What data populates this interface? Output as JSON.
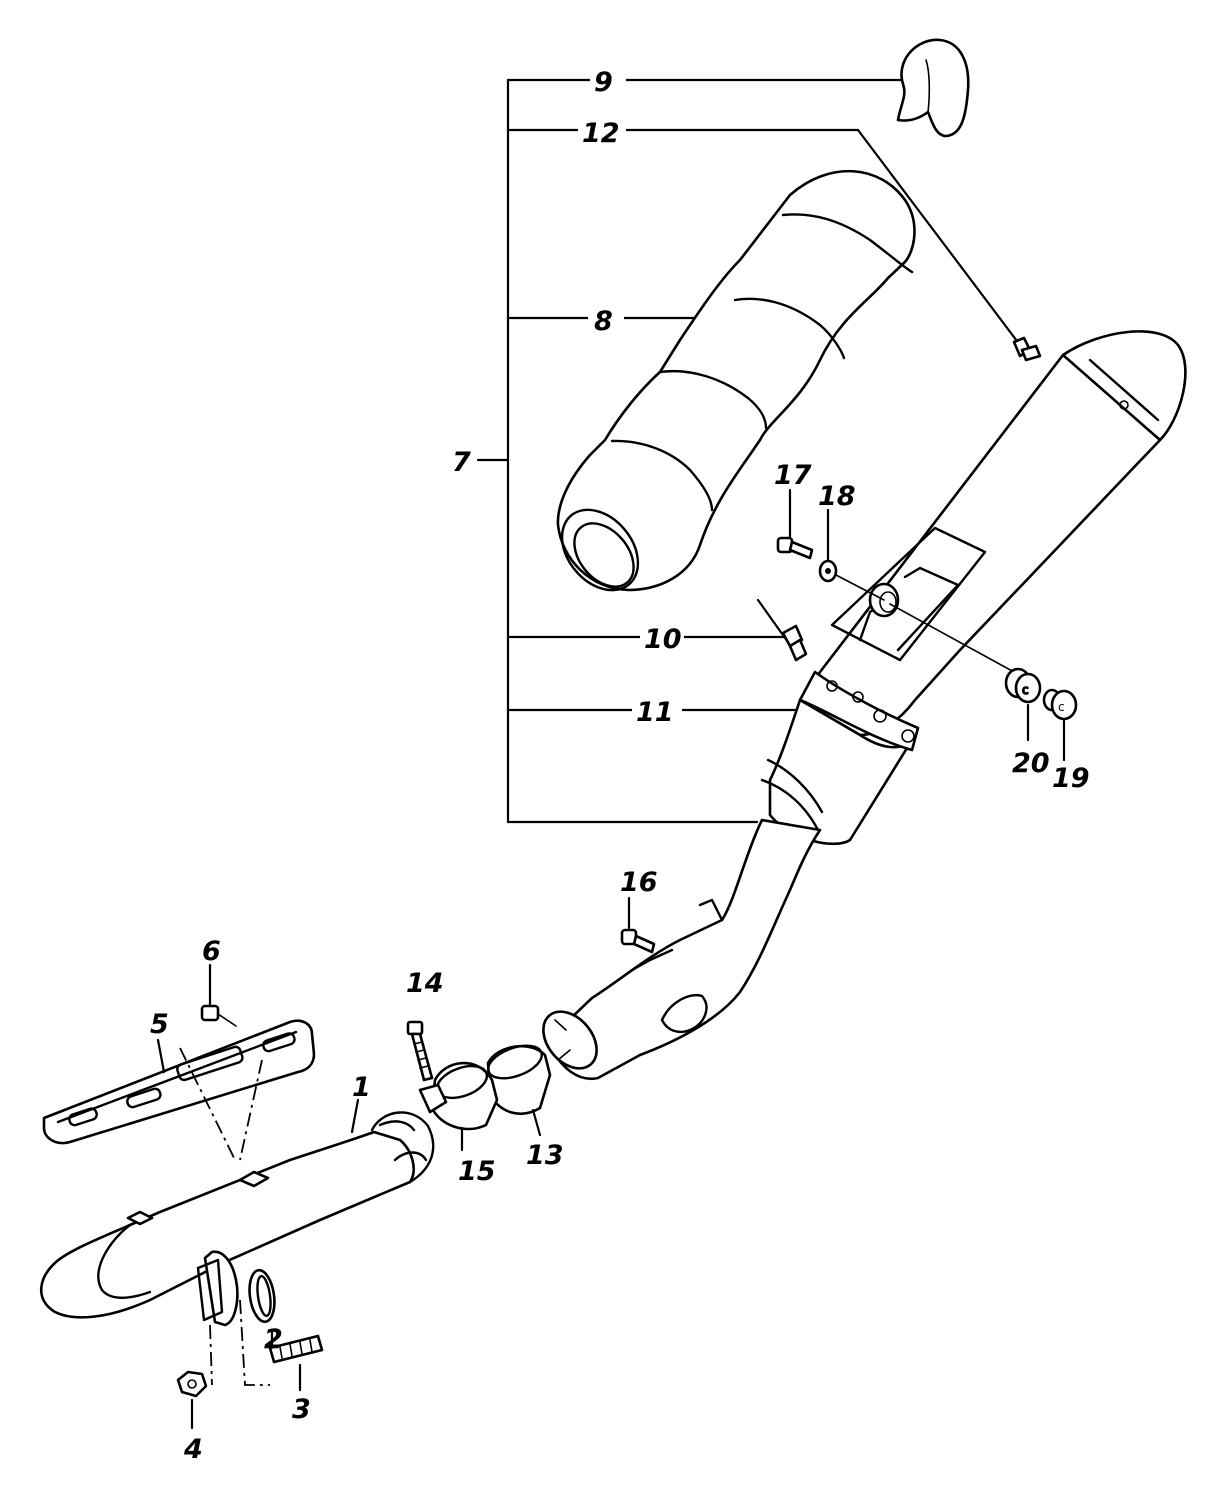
{
  "diagram": {
    "type": "exploded-parts-diagram",
    "callouts": [
      {
        "id": "c1",
        "label": "1"
      },
      {
        "id": "c2",
        "label": "2"
      },
      {
        "id": "c3",
        "label": "3"
      },
      {
        "id": "c4",
        "label": "4"
      },
      {
        "id": "c5",
        "label": "5"
      },
      {
        "id": "c6",
        "label": "6"
      },
      {
        "id": "c7",
        "label": "7"
      },
      {
        "id": "c8",
        "label": "8"
      },
      {
        "id": "c9",
        "label": "9"
      },
      {
        "id": "c10",
        "label": "10"
      },
      {
        "id": "c11",
        "label": "11"
      },
      {
        "id": "c12",
        "label": "12"
      },
      {
        "id": "c13",
        "label": "13"
      },
      {
        "id": "c14",
        "label": "14"
      },
      {
        "id": "c15",
        "label": "15"
      },
      {
        "id": "c16",
        "label": "16"
      },
      {
        "id": "c17",
        "label": "17"
      },
      {
        "id": "c18",
        "label": "18"
      },
      {
        "id": "c19",
        "label": "19"
      },
      {
        "id": "c20",
        "label": "20"
      }
    ]
  }
}
